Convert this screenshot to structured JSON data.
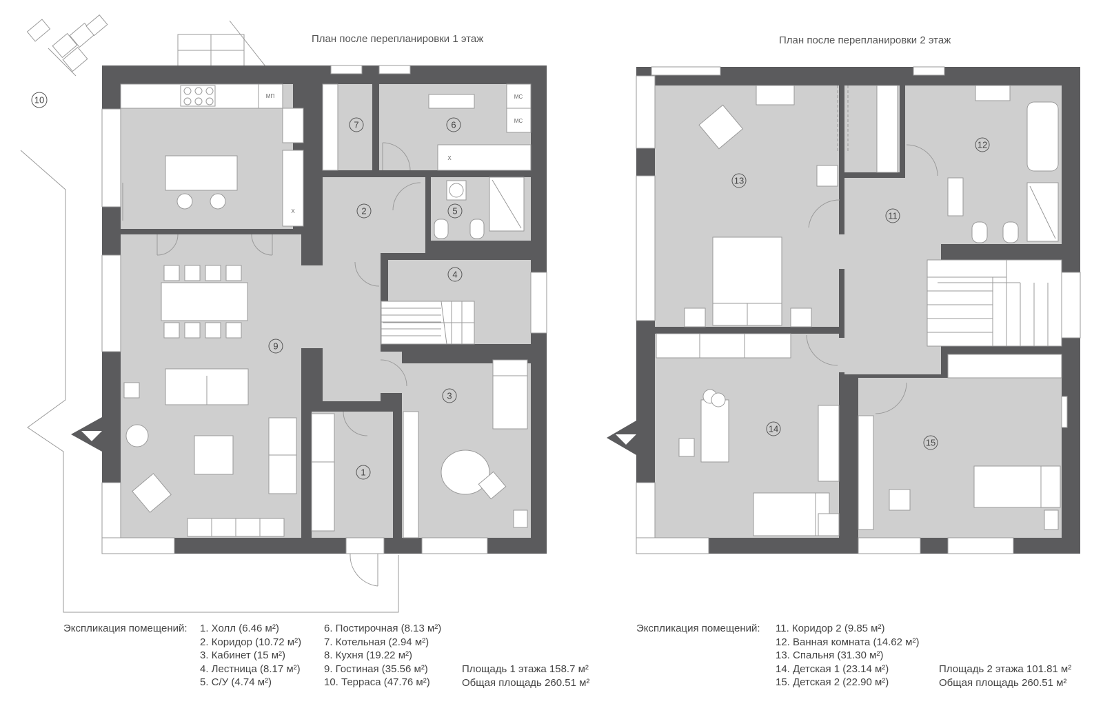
{
  "floor1": {
    "title": "План после перепланировки 1 этаж",
    "legend_label": "Экспликация помещений:",
    "rooms_col1": [
      "1. Холл (6.46 м²)",
      "2. Коридор (10.72 м²)",
      "3. Кабинет (15 м²)",
      "4. Лестница (8.17 м²)",
      "5. С/У (4.74 м²)"
    ],
    "rooms_col2": [
      "6. Постирочная (8.13 м²)",
      "7. Котельная (2.94 м²)",
      "8. Кухня (19.22 м²)",
      "9. Гостиная (35.56 м²)",
      "10. Терраса (47.76 м²)"
    ],
    "area_floor": "Площадь 1 этажа 158.7 м²",
    "area_total": "Общая площадь 260.51 м²",
    "labels": {
      "r1": "1",
      "r2": "2",
      "r3": "3",
      "r4": "4",
      "r5": "5",
      "r6": "6",
      "r7": "7",
      "r9": "9",
      "r10": "10"
    },
    "appliance_labels": {
      "mp": "МП",
      "ms1": "МС",
      "ms2": "МС",
      "x1": "X",
      "x2": "X"
    }
  },
  "floor2": {
    "title": "План после перепланировки 2 этаж",
    "legend_label": "Экспликация помещений:",
    "rooms": [
      "11. Коридор 2 (9.85 м²)",
      "12. Ванная комната (14.62 м²)",
      "13. Спальня (31.30 м²)",
      "14. Детская 1 (23.14 м²)",
      "15. Детская 2 (22.90 м²)"
    ],
    "area_floor": "Площадь 2 этажа 101.81 м²",
    "area_total": "Общая площадь 260.51 м²",
    "labels": {
      "r11": "11",
      "r12": "12",
      "r13": "13",
      "r14": "14",
      "r15": "15"
    }
  }
}
